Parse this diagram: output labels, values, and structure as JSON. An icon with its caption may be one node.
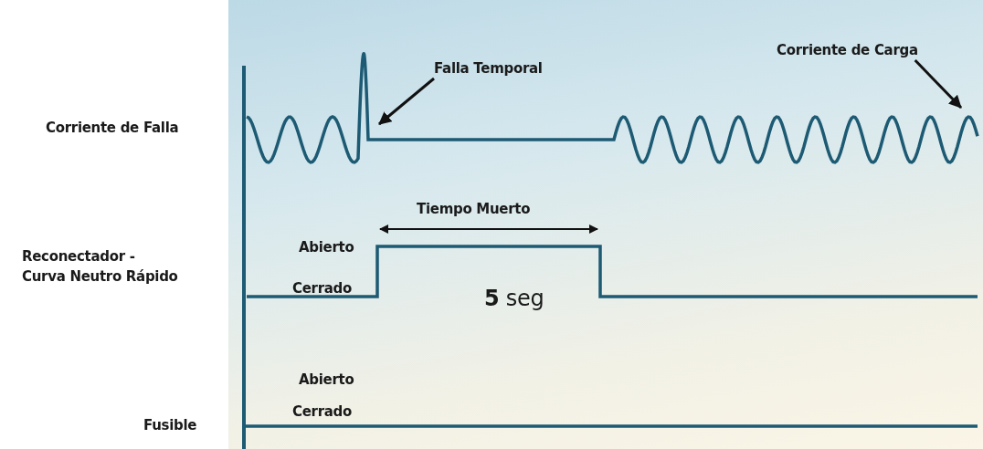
{
  "diagram": {
    "nodes": [
      {
        "text": [
          "Falla Temporal"
        ]
      },
      {
        "text": [
          "Corriente de Carga"
        ]
      }
    ],
    "edges": [
      {
        "from": 0,
        "to": null,
        "arrow": "to"
      },
      {
        "from": 1,
        "to": null,
        "arrow": "to"
      }
    ],
    "labels": [
      "Corriente de Falla",
      "Tiempo Muerto",
      "Abierto",
      "Reconectador - Curva Neutro Rápido",
      "Cerrado",
      "**5** seg",
      "Abierto",
      "Fusible",
      "Cerrado"
    ]
  }
}
